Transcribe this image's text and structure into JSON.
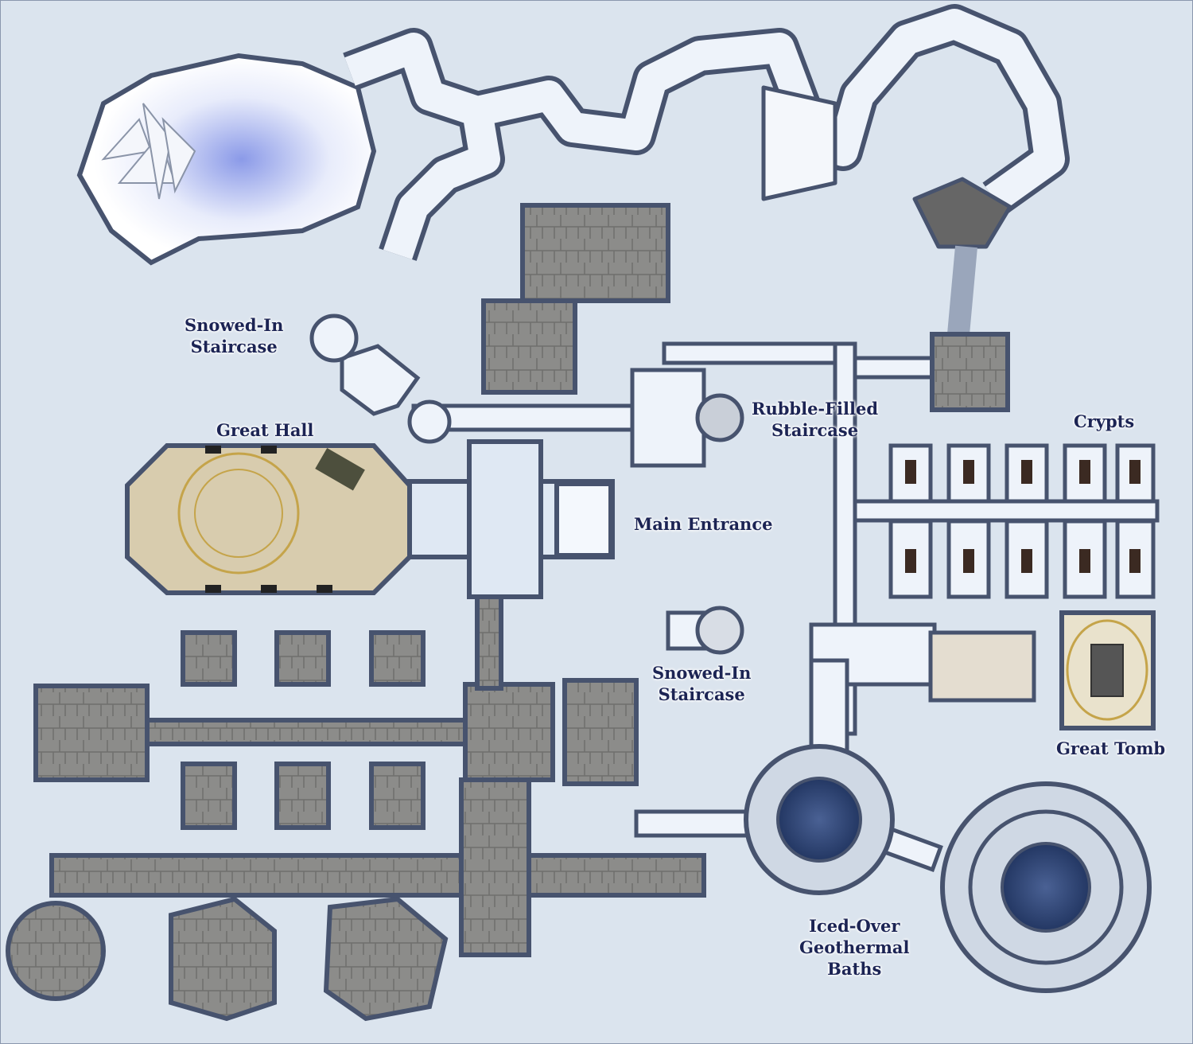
{
  "labels": {
    "snowed_in_staircase_north": [
      "Snowed-In",
      "Staircase"
    ],
    "great_hall": "Great Hall",
    "rubble_filled_staircase": [
      "Rubble-Filled",
      "Staircase"
    ],
    "crypts": "Crypts",
    "main_entrance": "Main Entrance",
    "snowed_in_staircase_south": [
      "Snowed-In",
      "Staircase"
    ],
    "great_tomb": "Great Tomb",
    "iced_over_baths": [
      "Iced-Over",
      "Geothermal",
      "Baths"
    ]
  },
  "colors": {
    "snow": "#dbe4ee",
    "stone": "#8c8c8a",
    "wall": "#47536e",
    "ice": "#eef3fa",
    "sand": "#d8ccae",
    "water": "#2e4470",
    "label": "#1c2454"
  }
}
